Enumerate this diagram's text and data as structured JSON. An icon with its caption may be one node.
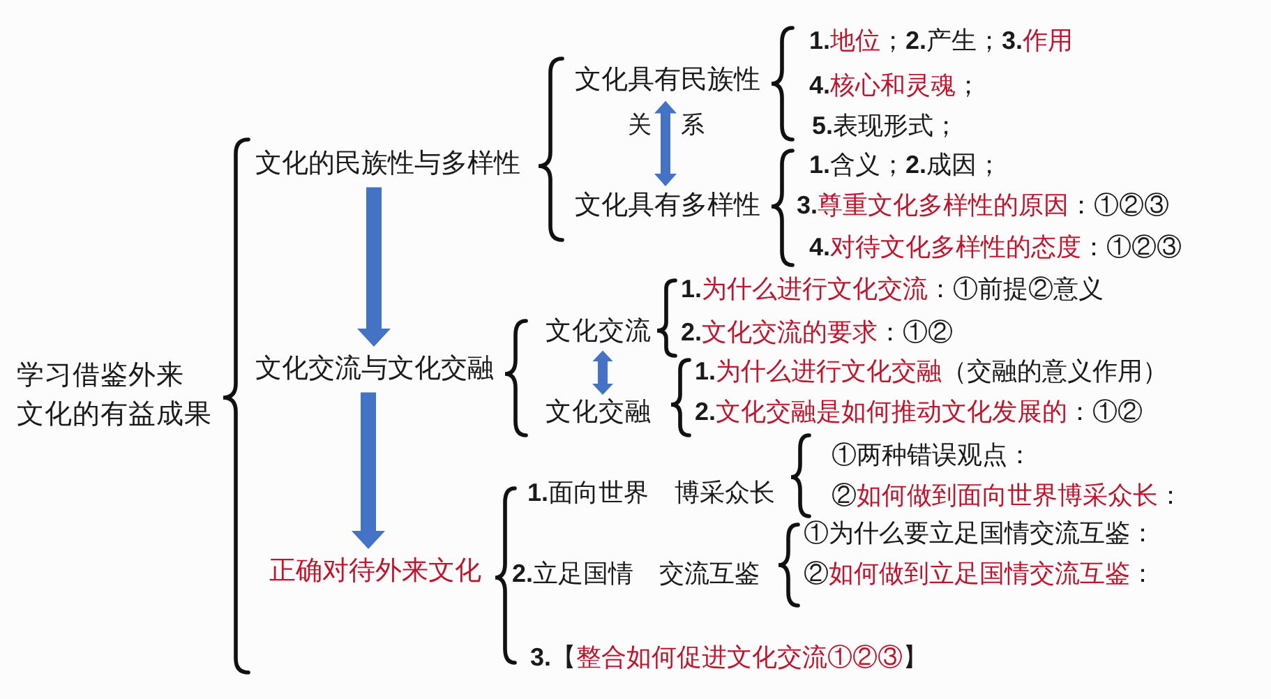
{
  "diagram": {
    "nodes": [
      {
        "text": [
          "文化的民族性与多样性"
        ]
      },
      {
        "text": [
          "文化具有民族性"
        ]
      },
      {
        "text": [
          "文化具有多样性"
        ]
      },
      {
        "text": [
          "文化交流与文化交融"
        ]
      },
      {
        "text": [
          "文化交流"
        ]
      },
      {
        "text": [
          "文化交融"
        ]
      },
      {
        "text": [
          "正确对待外来文化"
        ]
      }
    ],
    "edges": [
      {
        "from": 1,
        "to": 2,
        "arrow": "both"
      },
      {
        "from": 0,
        "to": 3,
        "arrow": "to"
      },
      {
        "from": 4,
        "to": 5,
        "arrow": "both"
      },
      {
        "from": 3,
        "to": 6,
        "arrow": "to"
      }
    ],
    "labels": [
      "学习借鉴外来文化的有益成果",
      "关",
      "系",
      "**1.**地位；**2.**产生；**3.**作用",
      "**4.**核心和灵魂；",
      "**5.**表现形式；",
      "**1.**含义；**2.**成因；",
      "**3.**尊重文化多样性的原因：①②③",
      "**4.**对待文化多样性的态度：①②③",
      "**1.**为什么进行文化交流：①前提②意义",
      "**2.**文化交流的要求：①②",
      "**1.**为什么进行文化交融（交融的意义作用）",
      "**2.**文化交融是如何推动文化发展的：①②",
      "**1.**面向世界 博采众长",
      "①两种错误观点：",
      "②如何做到面向世界博采众长：",
      "**2.**立足国情 交流互鉴",
      "①为什么要立足国情交流互鉴：",
      "②如何做到立足国情交流互鉴：",
      "**3.**【整合如何促进文化交流①②③】"
    ]
  }
}
